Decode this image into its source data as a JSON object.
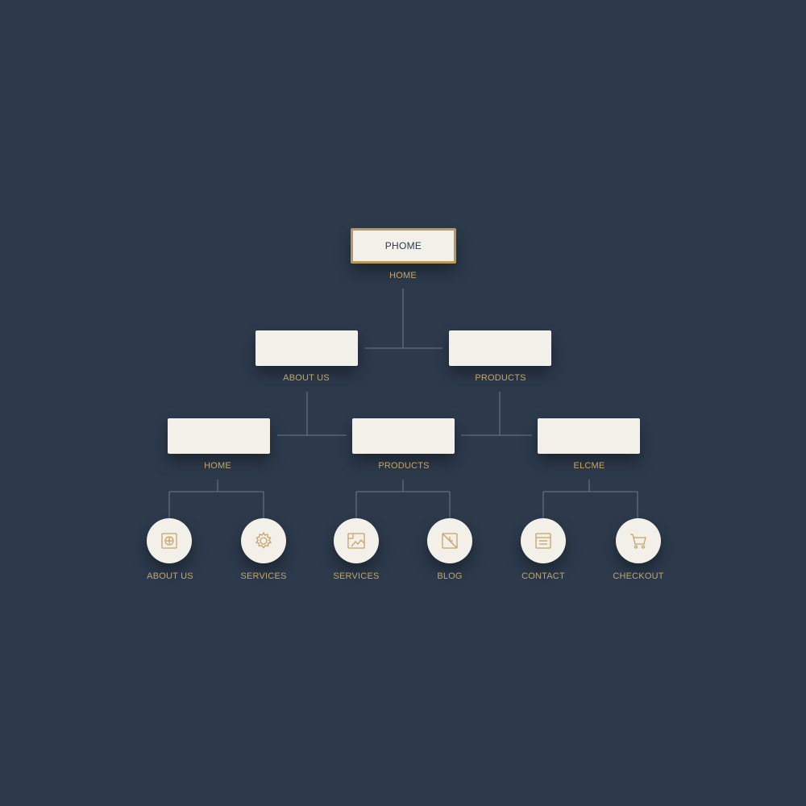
{
  "root": {
    "box_label": "PHOME",
    "caption": "HOME"
  },
  "level2": [
    {
      "caption": "ABOUT US"
    },
    {
      "caption": "PRODUCTS"
    }
  ],
  "level3": [
    {
      "caption": "HOME"
    },
    {
      "caption": "PRODUCTS"
    },
    {
      "caption": "ELCME"
    }
  ],
  "leaves": [
    {
      "caption": "ABOUT US",
      "icon": "box-plus-icon"
    },
    {
      "caption": "SERVICES",
      "icon": "gear-icon"
    },
    {
      "caption": "SERVICES",
      "icon": "image-frame-icon"
    },
    {
      "caption": "BLOG",
      "icon": "diagonal-frame-icon"
    },
    {
      "caption": "CONTACT",
      "icon": "browser-window-icon"
    },
    {
      "caption": "CHECKOUT",
      "icon": "cart-icon"
    }
  ],
  "colors": {
    "background": "#2c3a4c",
    "card": "#f2f0e8",
    "accent_gold": "#c6a466",
    "connector": "#6f7a88"
  }
}
